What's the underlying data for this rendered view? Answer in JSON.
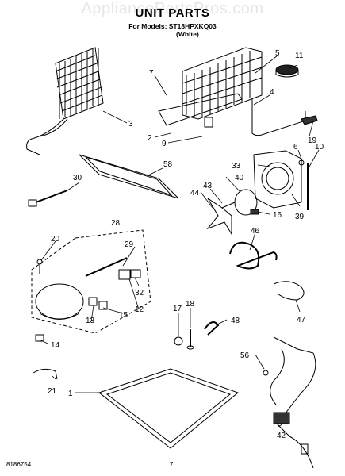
{
  "watermark": "AppliancePartsPros.com",
  "header": {
    "title": "UNIT PARTS",
    "models_line": "For Models: ST18HPXKQ03",
    "variant": "(White)"
  },
  "footer": {
    "doc_number": "8186754",
    "page_number": "7"
  },
  "callouts": [
    "1",
    "2",
    "3",
    "4",
    "5",
    "6",
    "7",
    "9",
    "10",
    "11",
    "12",
    "13",
    "14",
    "15",
    "16",
    "17",
    "18",
    "19",
    "20",
    "21",
    "28",
    "29",
    "30",
    "32",
    "33",
    "39",
    "40",
    "42",
    "43",
    "44",
    "46",
    "47",
    "48",
    "56",
    "58"
  ]
}
